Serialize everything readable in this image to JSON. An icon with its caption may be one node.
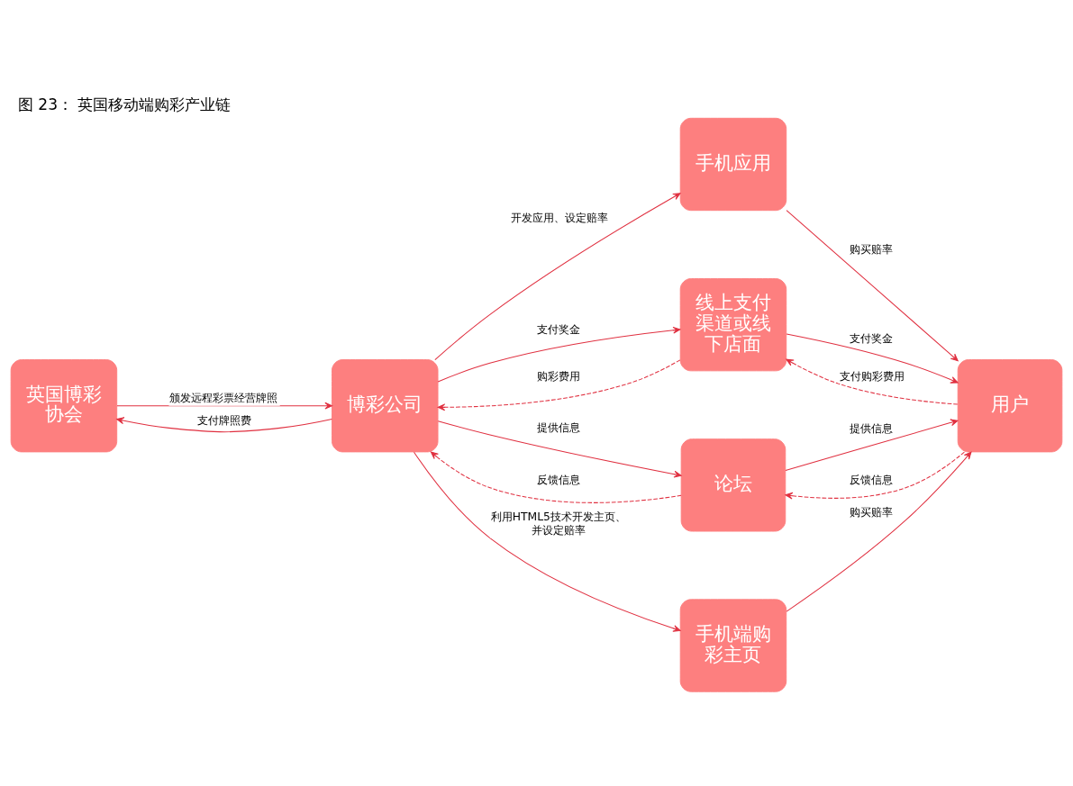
{
  "diagram": {
    "title": "图 23： 英国移动端购彩产业链",
    "nodes": [
      {
        "text": [
          "英国博彩协会"
        ]
      },
      {
        "text": [
          "博彩公司"
        ]
      },
      {
        "text": [
          "手机应用"
        ]
      },
      {
        "text": [
          "线上支付渠道或线下店面"
        ]
      },
      {
        "text": [
          "论坛"
        ]
      },
      {
        "text": [
          "手机端购彩主页"
        ]
      },
      {
        "text": [
          "用户"
        ]
      }
    ],
    "edges": [
      {
        "from": 0,
        "to": 1,
        "arrow": "to",
        "label": "颁发远程彩票经营牌照"
      },
      {
        "from": 1,
        "to": 0,
        "arrow": "to",
        "label": "支付牌照费"
      },
      {
        "from": 1,
        "to": 2,
        "arrow": "to",
        "label": "开发应用、设定赔率"
      },
      {
        "from": 1,
        "to": 3,
        "arrow": "to",
        "label": "支付奖金"
      },
      {
        "from": 3,
        "to": 1,
        "arrow": "to",
        "label": "购彩费用",
        "style": "dashed"
      },
      {
        "from": 4,
        "to": 1,
        "arrow": "to",
        "label": "反馈信息",
        "style": "dashed"
      },
      {
        "from": 1,
        "to": 4,
        "arrow": "to",
        "label": "提供信息"
      },
      {
        "from": 1,
        "to": 5,
        "arrow": "to",
        "label": "利用HTML5技术开发主页、并设定赔率"
      },
      {
        "from": 2,
        "to": 6,
        "arrow": "to",
        "label": "购买赔率"
      },
      {
        "from": 3,
        "to": 6,
        "arrow": "to",
        "label": "支付奖金"
      },
      {
        "from": 6,
        "to": 3,
        "arrow": "to",
        "label": "支付购彩费用",
        "style": "dashed"
      },
      {
        "from": 6,
        "to": 4,
        "arrow": "to",
        "label": "反馈信息",
        "style": "dashed"
      },
      {
        "from": 4,
        "to": 6,
        "arrow": "to",
        "label": "提供信息"
      },
      {
        "from": 5,
        "to": 6,
        "arrow": "to",
        "label": "购买赔率"
      }
    ]
  }
}
